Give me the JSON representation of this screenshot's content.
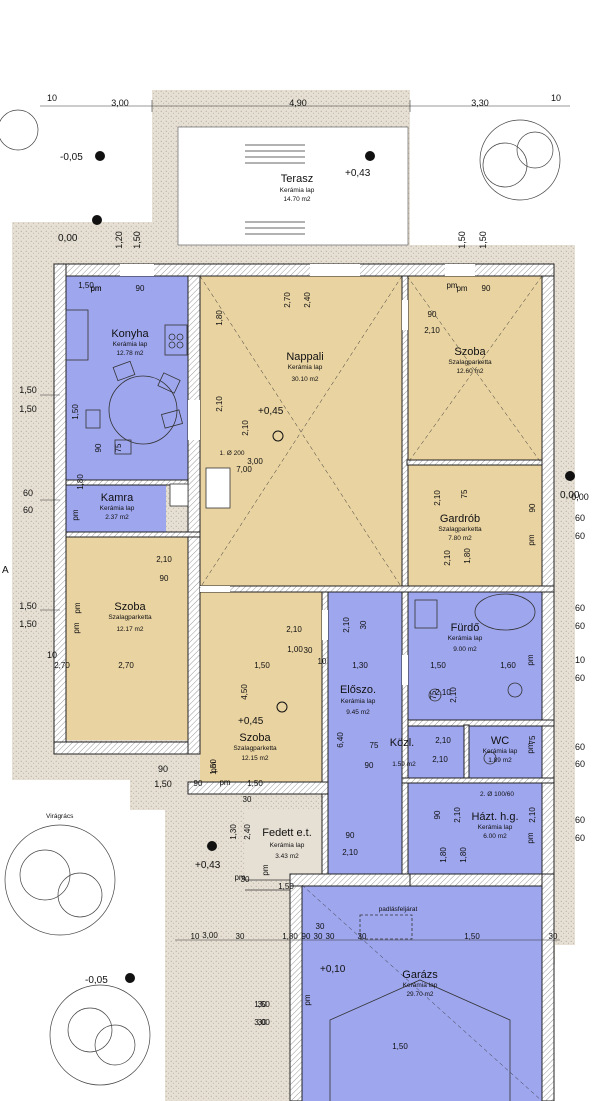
{
  "colors": {
    "wood_floor": "#e9d3a1",
    "tile_floor": "#9ea6ee",
    "paving": "#e6dfd4",
    "wall": "#ffffff",
    "wall_line": "#222222"
  },
  "rooms": [
    {
      "id": "terasz",
      "name": "Terasz",
      "material": "Kerámia lap",
      "area": "14.70 m2"
    },
    {
      "id": "konyha",
      "name": "Konyha",
      "material": "Kerámia lap",
      "area": "12.78 m2"
    },
    {
      "id": "nappali",
      "name": "Nappali",
      "material": "Kerámia lap",
      "area": "30.10 m2"
    },
    {
      "id": "szoba1",
      "name": "Szoba",
      "material": "Szalagparketta",
      "area": "12.60 m2"
    },
    {
      "id": "kamra",
      "name": "Kamra",
      "material": "Kerámia lap",
      "area": "2.37 m2"
    },
    {
      "id": "gardrob",
      "name": "Gardrób",
      "material": "Szalagparketta",
      "area": "7.80 m2"
    },
    {
      "id": "szoba2",
      "name": "Szoba",
      "material": "Szalagparketta",
      "area": "12.17 m2"
    },
    {
      "id": "furdo",
      "name": "Fürdő",
      "material": "Kerámia lap",
      "area": "9.00 m2"
    },
    {
      "id": "eloszo",
      "name": "Előszo.",
      "material": "Kerámia lap",
      "area": "9.45 m2"
    },
    {
      "id": "szoba3",
      "name": "Szoba",
      "material": "Szalagparketta",
      "area": "12.15 m2"
    },
    {
      "id": "kozl",
      "name": "Közl.",
      "material": "Kerámia lap",
      "area": "1.59 m2"
    },
    {
      "id": "wc",
      "name": "WC",
      "material": "Kerámia lap",
      "area": "1.89 m2"
    },
    {
      "id": "haztng",
      "name": "Házt. h.g.",
      "material": "Kerámia lap",
      "area": "6.00 m2"
    },
    {
      "id": "fedett",
      "name": "Fedett e.t.",
      "material": "Kerámia lap",
      "area": "3.43 m2"
    },
    {
      "id": "garazs",
      "name": "Garázs",
      "material": "Kerámia lap",
      "area": "29.70 m2"
    }
  ],
  "levels": [
    "-0,05",
    "+0,43",
    "0,00",
    "+0,45",
    "0,00",
    "+0,45",
    "+0,43",
    "-0,05",
    "+0,10"
  ],
  "labels": {
    "virágrács": "Virágrács",
    "padlasfeljarat": "padlásfeljárat",
    "kemeny": "1. Ø 200",
    "aknafedel": "2. Ø 100/60",
    "section_mark": "A"
  },
  "dimensions": {
    "top": [
      "10",
      "3,00",
      "4,90",
      "3,30",
      "10"
    ],
    "left": [
      "1,20",
      "1,50",
      "1,50",
      "1,50",
      "60",
      "60",
      "1,50",
      "1,50",
      "10",
      "90",
      "1,50"
    ],
    "right": [
      "1,50",
      "1,50",
      "0,00",
      "60",
      "60",
      "60",
      "60",
      "10",
      "60",
      "60",
      "60",
      "60",
      "60",
      "60"
    ],
    "interior": [
      "pm",
      "90",
      "pm",
      "90",
      "1,80",
      "2,70",
      "2,40",
      "90",
      "2,10",
      "90",
      "75",
      "2,10",
      "2,10",
      "7,00",
      "3,00",
      "1,80",
      "2,10",
      "75",
      "2,10",
      "1,80",
      "90",
      "2,10",
      "90",
      "2,10",
      "1,00",
      "2,10",
      "30",
      "2,70",
      "2,70",
      "1,50",
      "1,30",
      "1,50",
      "1,60",
      "10",
      "4,50",
      "2,10",
      "6,40",
      "75",
      "2,10",
      "90",
      "2,10",
      "75",
      "2,10",
      "90",
      "2,10",
      "75",
      "2,10",
      "1,80",
      "1,80",
      "90",
      "2,10",
      "1,30",
      "2,40",
      "1,50",
      "1,50",
      "90",
      "30",
      "90",
      "30",
      "30",
      "30",
      "30",
      "10",
      "30",
      "1,80",
      "30",
      "30",
      "30",
      "1,50",
      "1,50",
      "3,00",
      "30",
      "3,00",
      "1,50",
      "1,50",
      "pm",
      "pm",
      "pm",
      "pm",
      "pm",
      "pm",
      "pm",
      "pm",
      "pm",
      "pm",
      "pm",
      "pm",
      "pm",
      "pm",
      "1,50",
      "1,50",
      "30"
    ]
  }
}
